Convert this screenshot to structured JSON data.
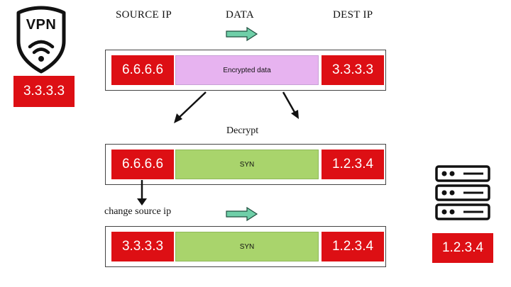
{
  "headers": {
    "source": "SOURCE IP",
    "data": "DATA",
    "dest": "DEST IP"
  },
  "vpn": {
    "logo_text": "VPN",
    "ip": "3.3.3.3"
  },
  "server": {
    "ip": "1.2.3.4"
  },
  "packets": [
    {
      "source": "6.6.6.6",
      "data": "Encrypted data",
      "dest": "3.3.3.3"
    },
    {
      "source": "6.6.6.6",
      "data": "SYN",
      "dest": "1.2.3.4"
    },
    {
      "source": "3.3.3.3",
      "data": "SYN",
      "dest": "1.2.3.4"
    }
  ],
  "steps": {
    "decrypt": "Decrypt",
    "change_source": "change source ip"
  },
  "colors": {
    "ip_red": "#dd0f14",
    "encrypted": "#e7b3f0",
    "syn": "#a9d46c",
    "flow_arrow": "#5fbf9a"
  }
}
